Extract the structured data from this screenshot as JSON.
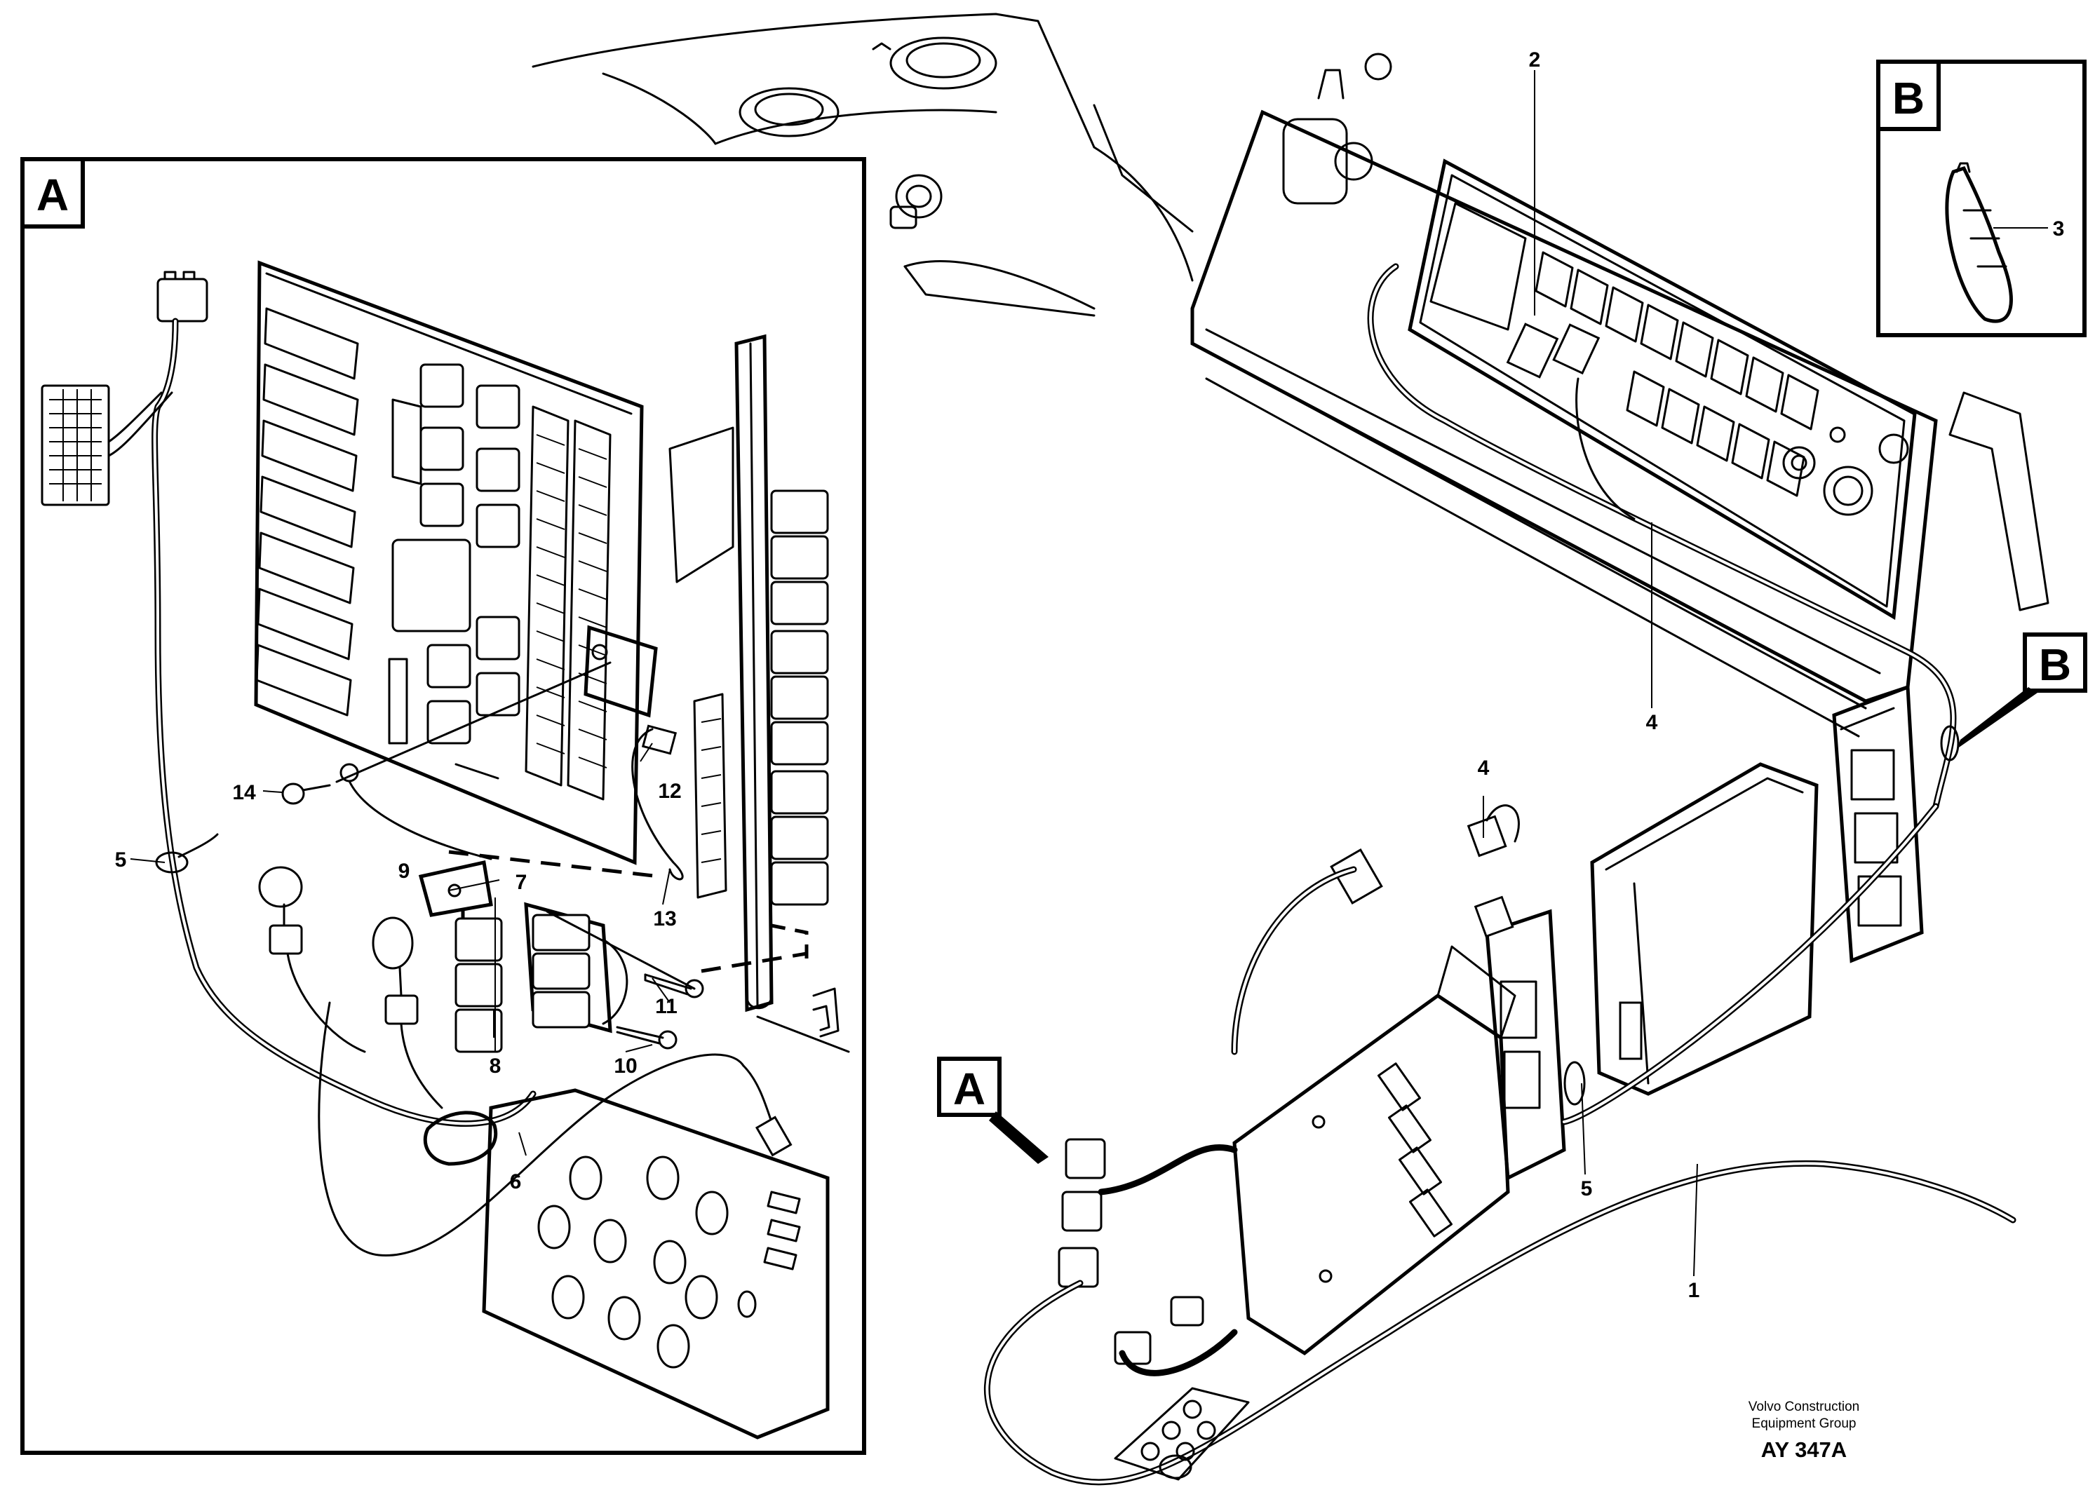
{
  "view_labels": {
    "detail_a": "A",
    "detail_b": "B",
    "pointer_a": "A",
    "pointer_b": "B"
  },
  "callouts": {
    "c1": "1",
    "c2": "2",
    "c3": "3",
    "c4_dash": "4",
    "c4_conn": "4",
    "c5_main": "5",
    "c5_detail": "5",
    "c6": "6",
    "c7": "7",
    "c8": "8",
    "c9": "9",
    "c10": "10",
    "c11": "11",
    "c12": "12",
    "c13": "13",
    "c14": "14"
  },
  "footer": {
    "publisher_line1": "Volvo Construction",
    "publisher_line2": "Equipment Group",
    "drawing_code": "AY 347A"
  }
}
